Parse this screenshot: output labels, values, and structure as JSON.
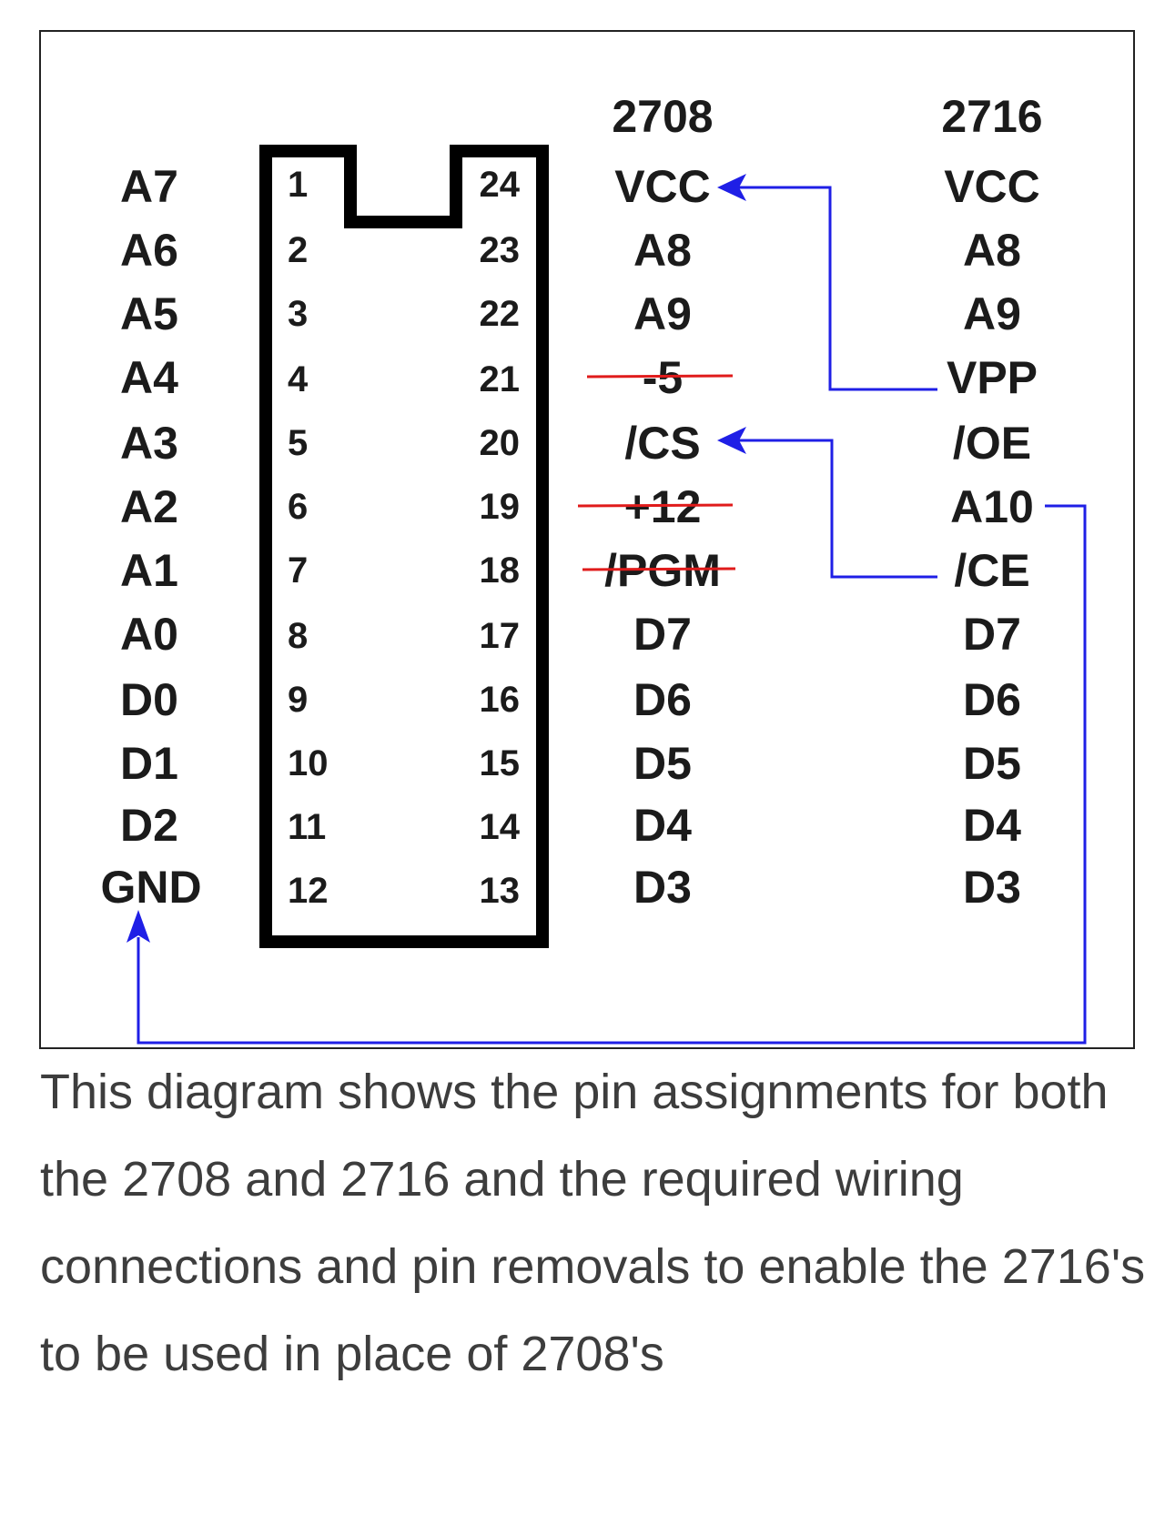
{
  "diagram": {
    "columns": {
      "col_2708": "2708",
      "col_2716": "2716"
    },
    "left_labels": [
      "A7",
      "A6",
      "A5",
      "A4",
      "A3",
      "A2",
      "A1",
      "A0",
      "D0",
      "D1",
      "D2",
      "GND"
    ],
    "left_pins": [
      "1",
      "2",
      "3",
      "4",
      "5",
      "6",
      "7",
      "8",
      "9",
      "10",
      "11",
      "12"
    ],
    "right_pins": [
      "24",
      "23",
      "22",
      "21",
      "20",
      "19",
      "18",
      "17",
      "16",
      "15",
      "14",
      "13"
    ],
    "labels_2708": [
      "VCC",
      "A8",
      "A9",
      "-5",
      "/CS",
      "+12",
      "/PGM",
      "D7",
      "D6",
      "D5",
      "D4",
      "D3"
    ],
    "labels_2716": [
      "VCC",
      "A8",
      "A9",
      "VPP",
      "/OE",
      "A10",
      "/CE",
      "D7",
      "D6",
      "D5",
      "D4",
      "D3"
    ],
    "removed_2708_pins": [
      "-5",
      "+12",
      "/PGM"
    ],
    "connections": [
      {
        "from": "VPP",
        "to": "VCC"
      },
      {
        "from": "/CE",
        "to": "/CS"
      },
      {
        "from": "A10",
        "to": "GND"
      }
    ],
    "colors": {
      "wire": "#1f1fe6",
      "strike": "#e01b1b",
      "chip_outline": "#000000",
      "text": "#1b1b1b"
    }
  },
  "caption": "This diagram shows the pin assignments for both the 2708 and 2716 and the required wiring connections and pin removals to enable the 2716's to be used in place of 2708's"
}
